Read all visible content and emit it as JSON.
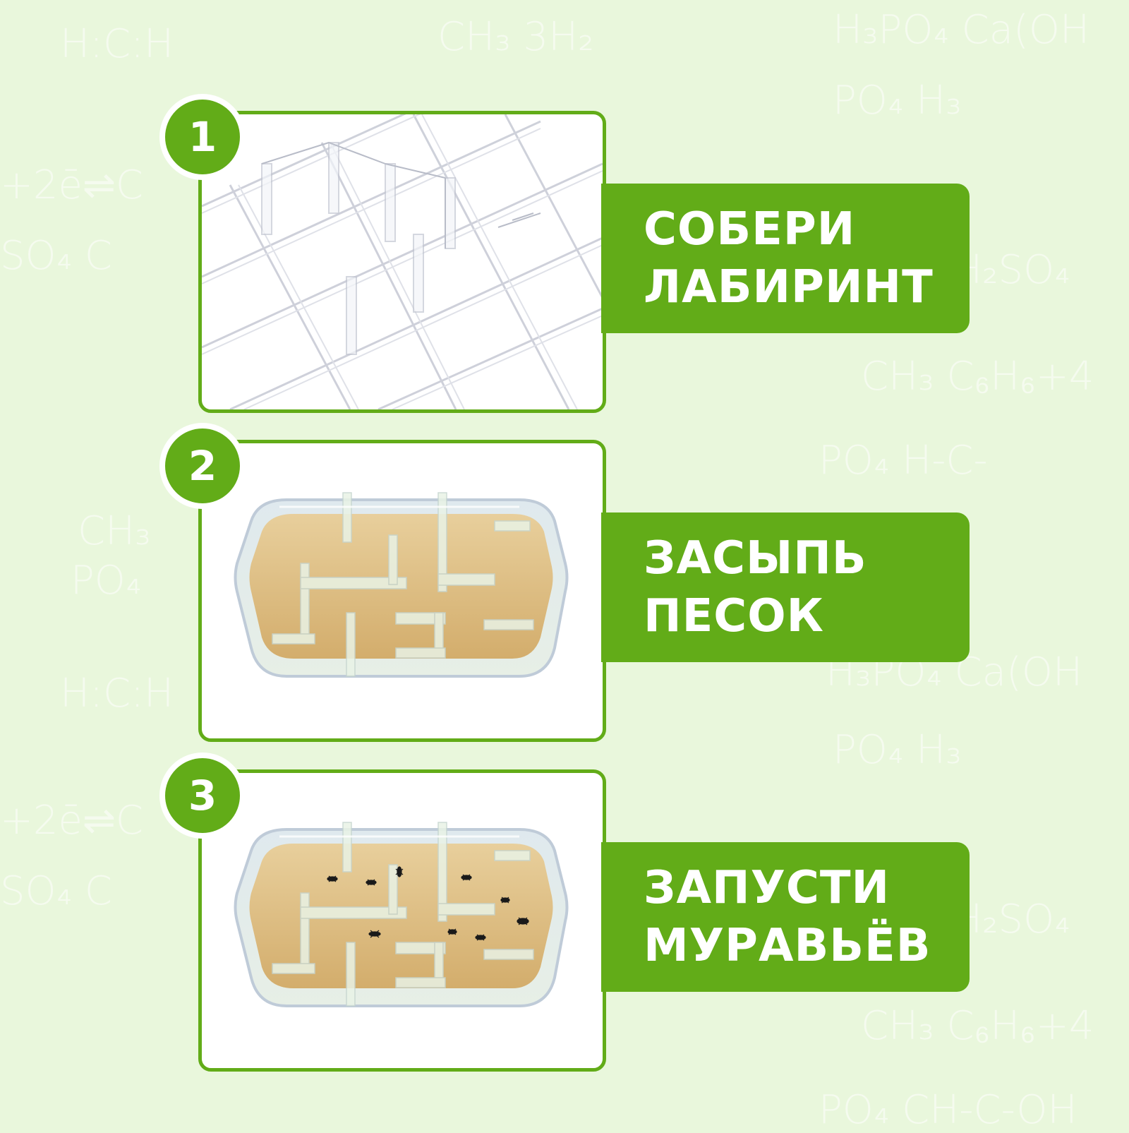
{
  "colors": {
    "background": "#e9f7dc",
    "accent_green": "#62ac18",
    "card_bg": "#ffffff",
    "sand": "#d9b77c"
  },
  "steps": [
    {
      "number": "1",
      "label_line1": "СОБЕРИ",
      "label_line2": "ЛАБИРИНТ",
      "image": "acrylic-maze-walls"
    },
    {
      "number": "2",
      "label_line1": "ЗАСЫПЬ",
      "label_line2": "ПЕСОК",
      "image": "maze-with-sand"
    },
    {
      "number": "3",
      "label_line1": "ЗАПУСТИ",
      "label_line2": "МУРАВЬЁВ",
      "image": "maze-with-sand-and-ants"
    }
  ]
}
